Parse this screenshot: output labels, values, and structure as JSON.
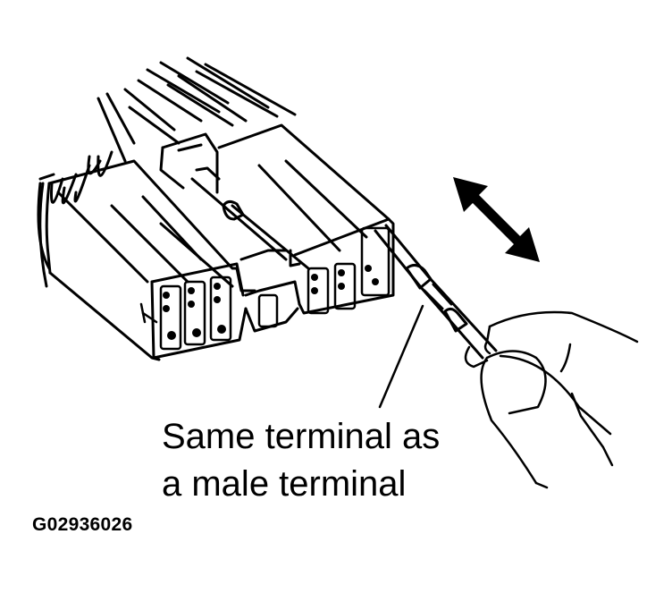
{
  "figure": {
    "callout": {
      "line1": "Same terminal as",
      "line2": "a male terminal"
    },
    "figure_id": "G02936026",
    "elements": {
      "connector": "multi-pin-wire-harness-connector",
      "arrow": "double-headed-arrow",
      "hand": "hand-holding-terminal",
      "terminal": "male-terminal-probe"
    },
    "colors": {
      "ink": "#000000",
      "background": "#ffffff"
    }
  }
}
